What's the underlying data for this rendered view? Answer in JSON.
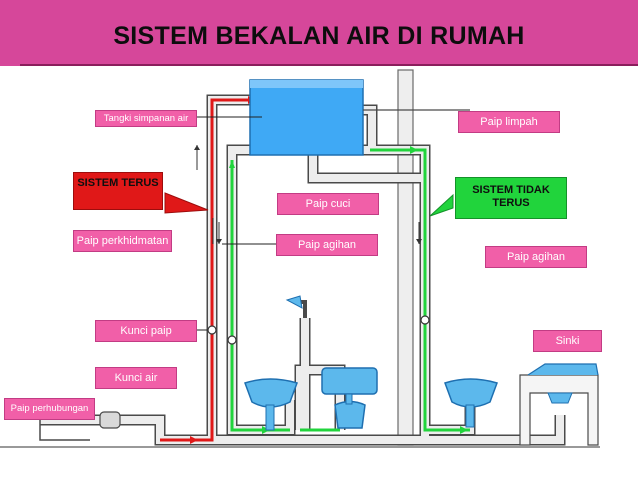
{
  "title": "SISTEM BEKALAN AIR DI RUMAH",
  "labels": {
    "tangki": "Tangki simpanan air",
    "paip_limpah": "Paip limpah",
    "sistem_terus": "SISTEM TERUS",
    "paip_cuci": "Paip cuci",
    "sistem_tidak_terus": "SISTEM TIDAK TERUS",
    "paip_perkhidmatan": "Paip perkhidmatan",
    "paip_agihan_1": "Paip agihan",
    "paip_agihan_2": "Paip agihan",
    "kunci_paip": "Kunci paip",
    "sinki": "Sinki",
    "kunci_air": "Kunci air",
    "paip_perhubungan": "Paip perhubungan"
  },
  "colors": {
    "title_bar": "#d6479a",
    "label_pink": "#f15fa8",
    "direct_system": "#e01818",
    "indirect_system": "#21d43c",
    "tank": "#3fa9f5",
    "pipe_grey": "#e6e6e6",
    "fixture_blue": "#5cb8ec"
  }
}
